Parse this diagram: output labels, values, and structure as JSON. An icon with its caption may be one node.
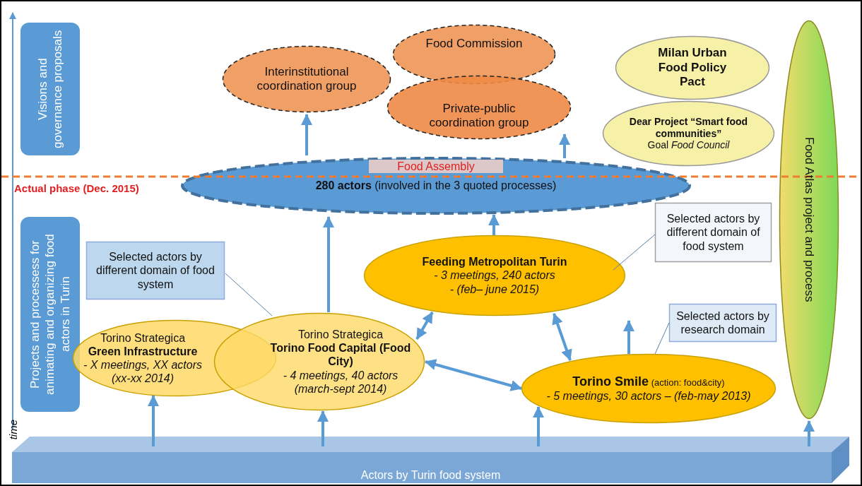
{
  "diagram": {
    "nodes": [
      {
        "text": [
          "Visions and governance proposals"
        ]
      },
      {
        "text": [
          "Interinstitutional coordination group"
        ]
      },
      {
        "text": [
          "Food Commission"
        ]
      },
      {
        "text": [
          "Private-public coordination group"
        ]
      },
      {
        "text": [
          "Milan Urban Food Policy Pact"
        ]
      },
      {
        "text": [
          "Dear Project “Smart food communities”",
          "Goal *Food Council*"
        ]
      },
      {
        "text": [
          "Food Atlas project and process"
        ]
      },
      {
        "text": [
          "Food Assembly",
          "**280 actors** (involved in the 3 quoted processes)"
        ]
      },
      {
        "text": [
          "Projects and processess for animating and organizing food actors in Turin"
        ]
      },
      {
        "text": [
          "Selected actors by different domain of food system"
        ]
      },
      {
        "text": [
          "Selected actors by different domain of food system"
        ]
      },
      {
        "text": [
          "Feeding Metropolitan Turin",
          "- 3 meetings, 240 actors",
          "- (feb– june 2015)"
        ]
      },
      {
        "text": [
          "Torino Strategica",
          "Green Infrastructure",
          "- X meetings, XX actors (xx-xx 2014)"
        ]
      },
      {
        "text": [
          "Torino Strategica",
          "Torino Food Capital (Food City)",
          "- 4 meetings, 40 actors (march-sept 2014)"
        ]
      },
      {
        "text": [
          "Selected actors by research domain"
        ]
      },
      {
        "text": [
          "**Torino Smile** (action: food&city)",
          "- 5 meetings, 30 actors – (feb-may 2013)"
        ]
      },
      {
        "text": [
          "Actors by Turin food system"
        ]
      }
    ],
    "edges": [
      {
        "from": 7,
        "to": 1,
        "arrow": "to"
      },
      {
        "from": 7,
        "to": 3,
        "arrow": "to"
      },
      {
        "from": 13,
        "to": 7,
        "arrow": "to"
      },
      {
        "from": 11,
        "to": 7,
        "arrow": "to"
      },
      {
        "from": 9,
        "to": 13,
        "arrow": "none"
      },
      {
        "from": 10,
        "to": 11,
        "arrow": "none"
      },
      {
        "from": 14,
        "to": 15,
        "arrow": "none"
      },
      {
        "from": 13,
        "to": 11,
        "arrow": "both"
      },
      {
        "from": 11,
        "to": 15,
        "arrow": "both"
      },
      {
        "from": 13,
        "to": 15,
        "arrow": "both"
      },
      {
        "from": 15,
        "to": null,
        "arrow": "to"
      },
      {
        "from": 16,
        "to": 12,
        "arrow": "to"
      },
      {
        "from": 16,
        "to": 13,
        "arrow": "to"
      },
      {
        "from": 16,
        "to": 15,
        "arrow": "to"
      },
      {
        "from": 16,
        "to": 6,
        "arrow": "to"
      }
    ],
    "labels": [
      "Actual phase (Dec. 2015)",
      "time"
    ]
  }
}
